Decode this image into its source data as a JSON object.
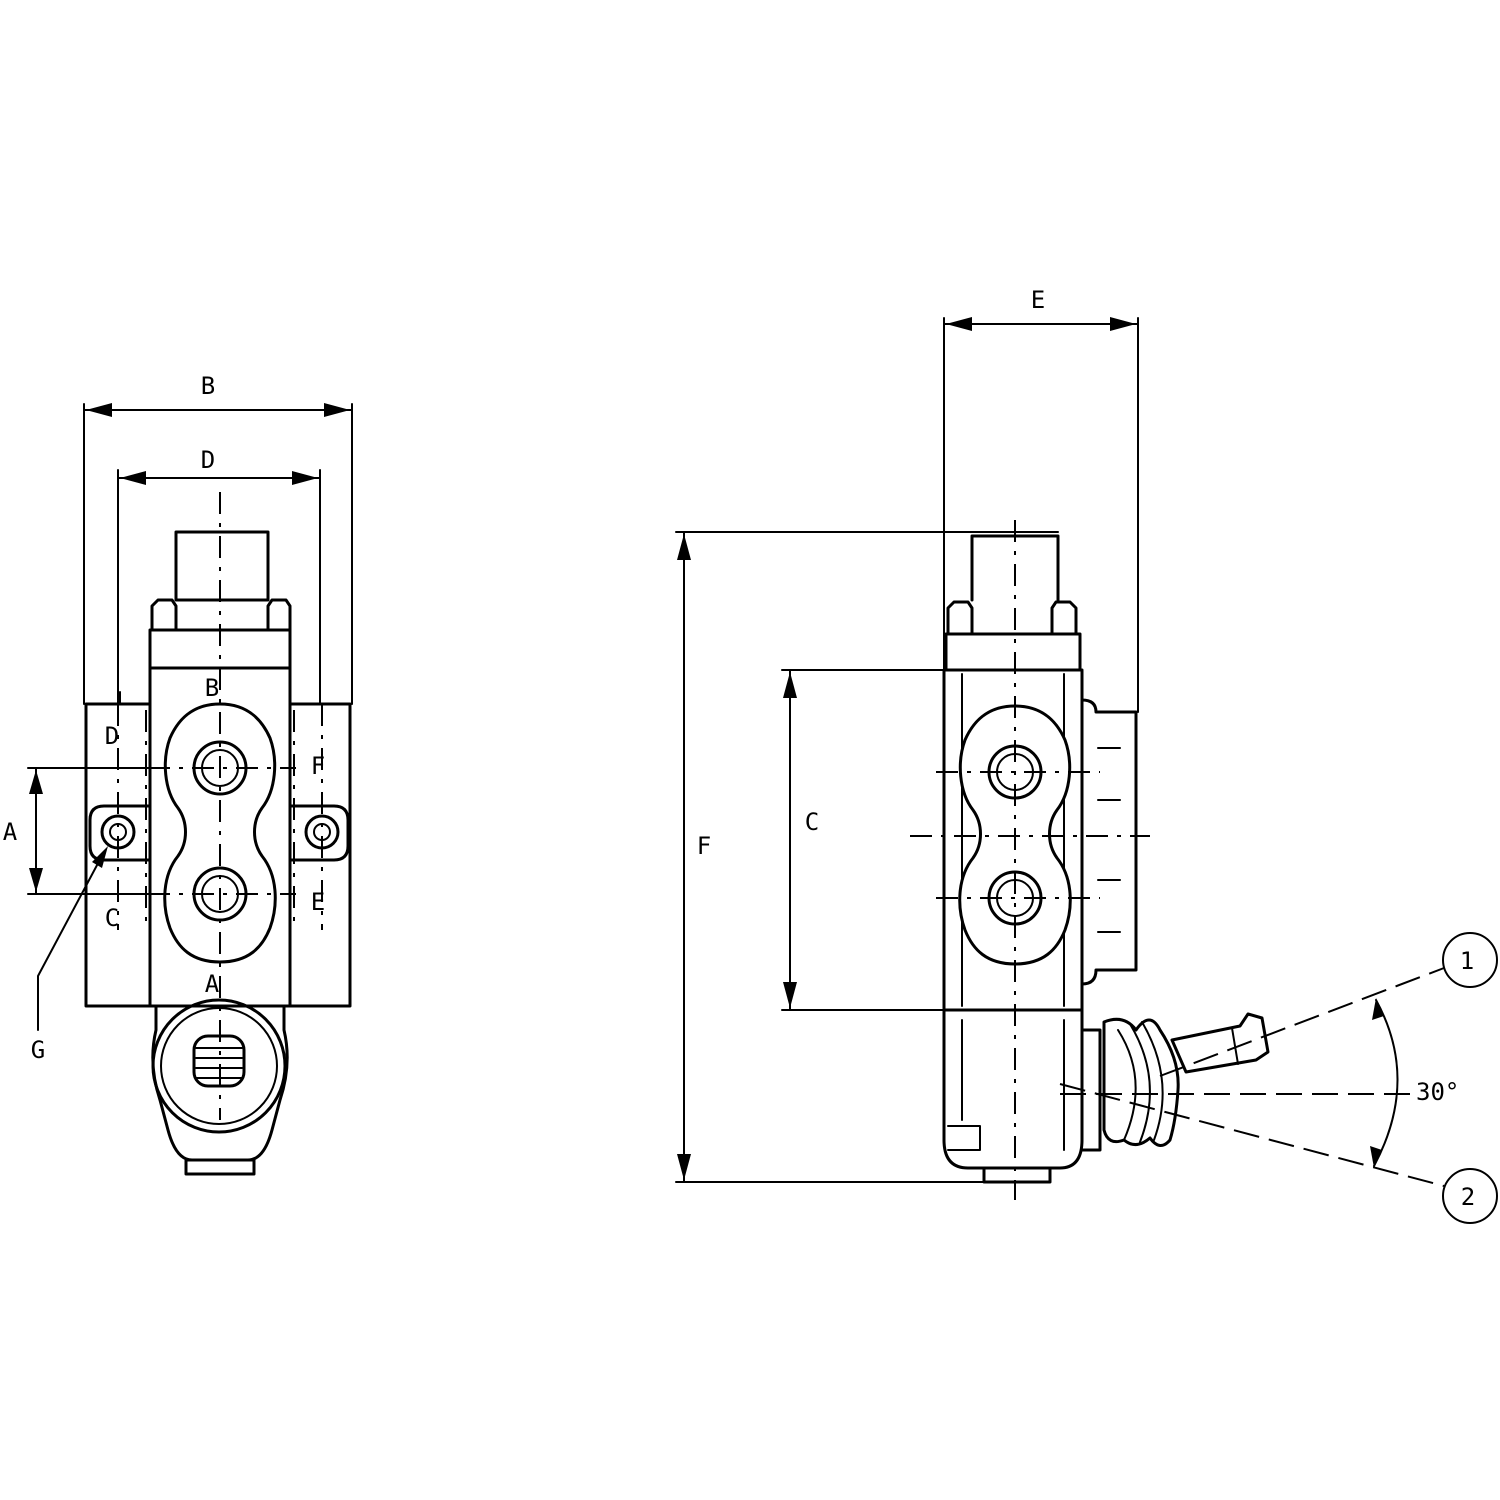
{
  "front_view": {
    "dim_width_outer": "B",
    "dim_width_inner": "D",
    "dim_height_left": "A",
    "port_top": "B",
    "port_bottom": "A",
    "port_upper_left": "D",
    "port_lower_left": "C",
    "port_upper_right": "F",
    "port_lower_right": "E",
    "callout_mount_hole": "G"
  },
  "side_view": {
    "dim_top": "E",
    "dim_total_height": "F",
    "dim_inner_height": "C",
    "angle_label": "30°",
    "position_1": "1",
    "position_2": "2"
  }
}
